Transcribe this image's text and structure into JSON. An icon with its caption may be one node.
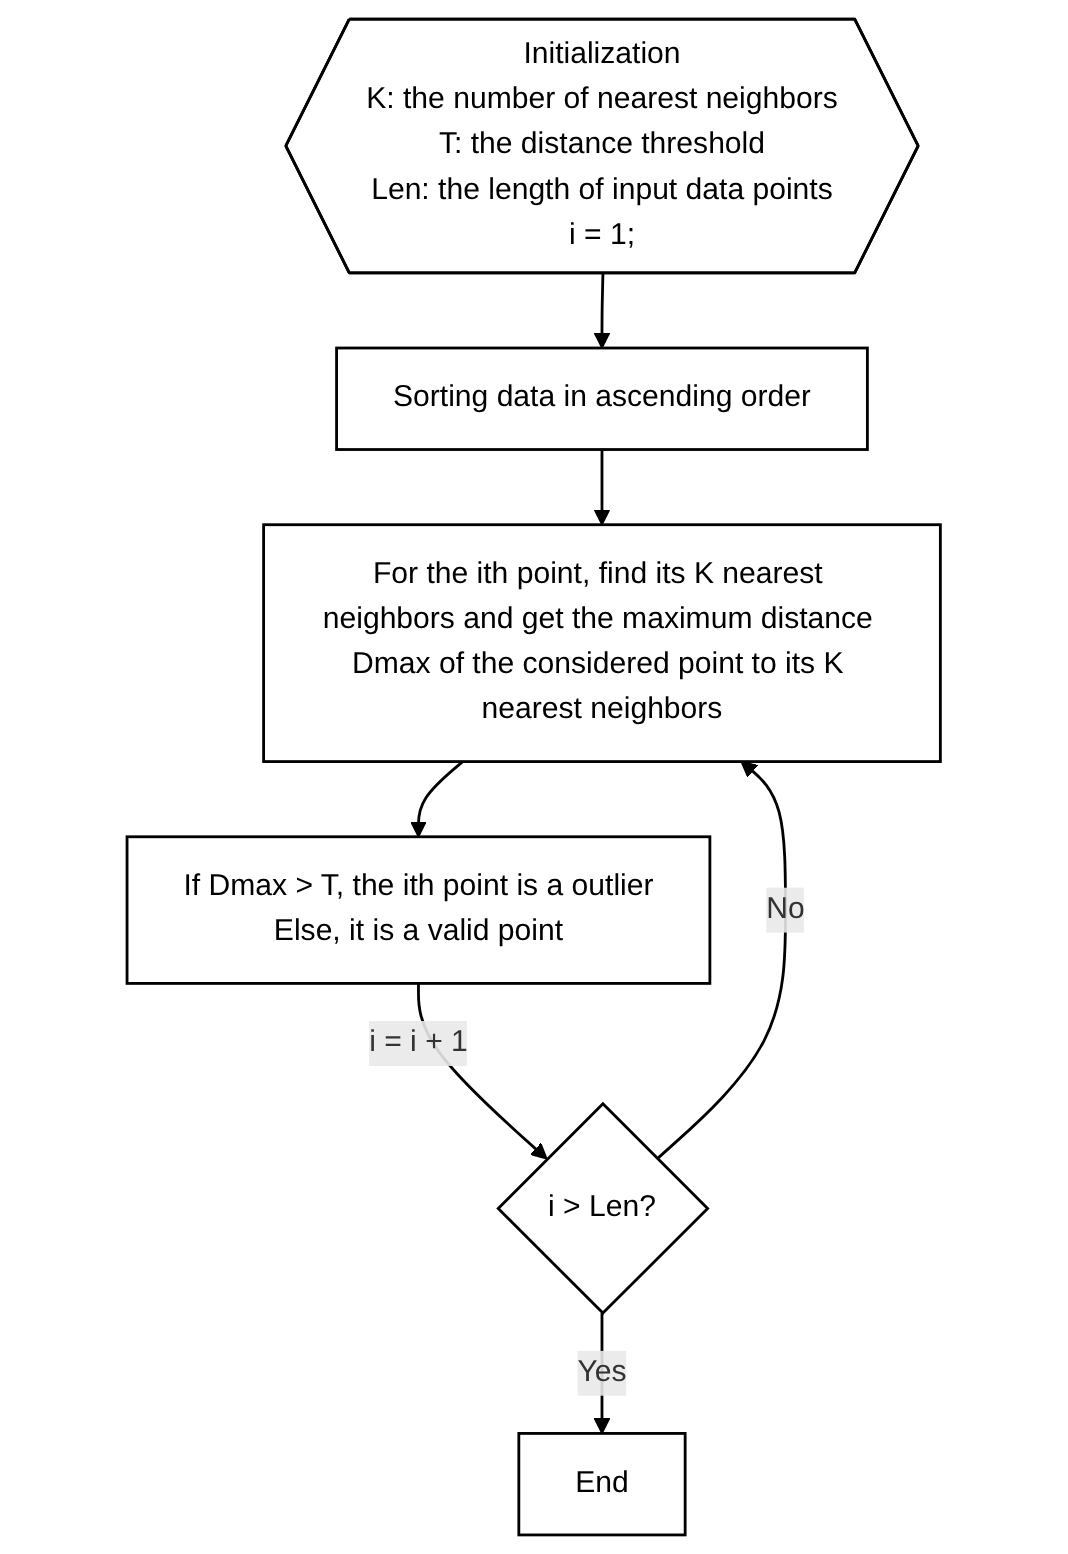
{
  "diagram": {
    "nodes": [
      {
        "text": [
          "Initialization",
          "K: the number of nearest neighbors",
          "T: the distance threshold",
          "Len: the length of input data points",
          "i = 1;"
        ]
      },
      {
        "text": [
          "Sorting data in ascending order"
        ]
      },
      {
        "text": [
          "For the ith point, find its K nearest neighbors and get the maximum distance Dmax of the considered point to its K nearest neighbors"
        ]
      },
      {
        "text": [
          "If Dmax > T, the ith point is a outlier",
          "Else, it is a valid point"
        ]
      },
      {
        "text": [
          "i > Len?"
        ]
      },
      {
        "text": [
          "End"
        ]
      }
    ],
    "edges": [
      {
        "from": 0,
        "to": 1,
        "arrow": "to"
      },
      {
        "from": 1,
        "to": 2,
        "arrow": "to"
      },
      {
        "from": 2,
        "to": 3,
        "arrow": "to"
      },
      {
        "from": 3,
        "to": 4,
        "label": "i = i + 1",
        "arrow": "to"
      },
      {
        "from": 4,
        "to": 2,
        "label": "No",
        "arrow": "to"
      },
      {
        "from": 4,
        "to": 5,
        "label": "Yes",
        "arrow": "to"
      }
    ]
  }
}
